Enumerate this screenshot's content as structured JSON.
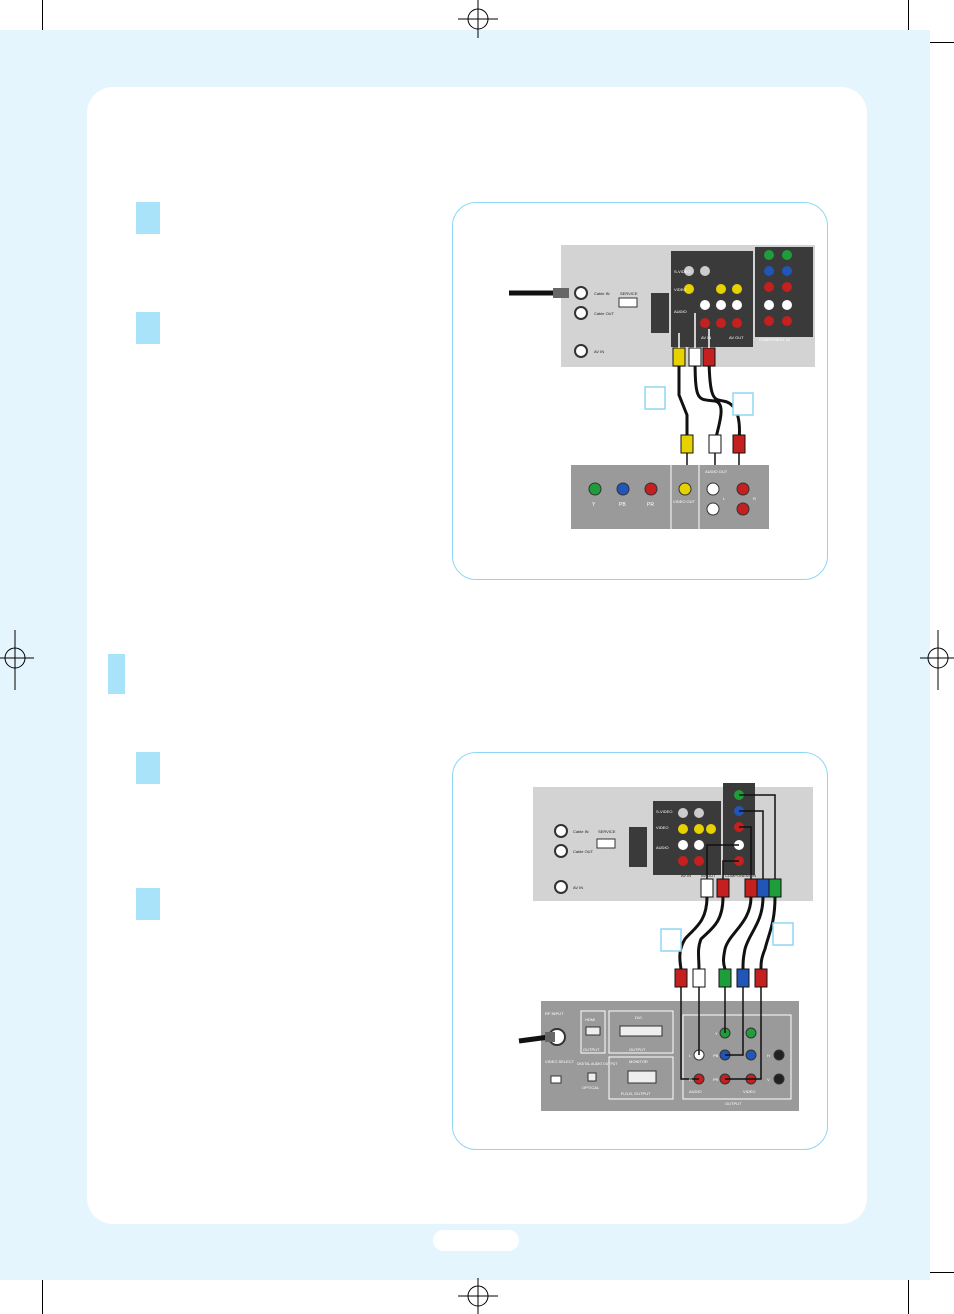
{
  "page": {
    "background_color": "#e4f5fd",
    "accent_color": "#a9e3fa",
    "frame_color": "#8fd6f4"
  },
  "figure_top": {
    "tv_panel": {
      "port_labels": [
        "Cable IN",
        "Cable OUT",
        "AV IN",
        "SERVICE",
        "S-VIDEO",
        "VIDEO",
        "AUDIO",
        "AV IN",
        "AV OUT",
        "COMPONENT IN"
      ]
    },
    "device_panel": {
      "jack_labels": [
        "Y",
        "PB",
        "PR",
        "VIDEO OUT",
        "AUDIO OUT",
        "L",
        "R"
      ]
    }
  },
  "figure_bottom": {
    "tv_panel": {
      "port_labels": [
        "Cable IN",
        "Cable OUT",
        "AV IN",
        "SERVICE",
        "S-VIDEO",
        "VIDEO",
        "AUDIO",
        "AV IN",
        "AV OUT",
        "COMPONENT IN"
      ]
    },
    "device_panel": {
      "labels": [
        "RF INPUT",
        "HDMI",
        "OUTPUT",
        "DVI",
        "OUTPUT",
        "VIDEO SELECT",
        "DIGITAL AUDIO OUTPUT",
        "OPTICAL",
        "MONITOR",
        "R,G,B, OUTPUT",
        "AUDIO",
        "VIDEO",
        "OUTPUT",
        "L",
        "R",
        "Y",
        "PB",
        "PR",
        "H",
        "V"
      ]
    }
  }
}
